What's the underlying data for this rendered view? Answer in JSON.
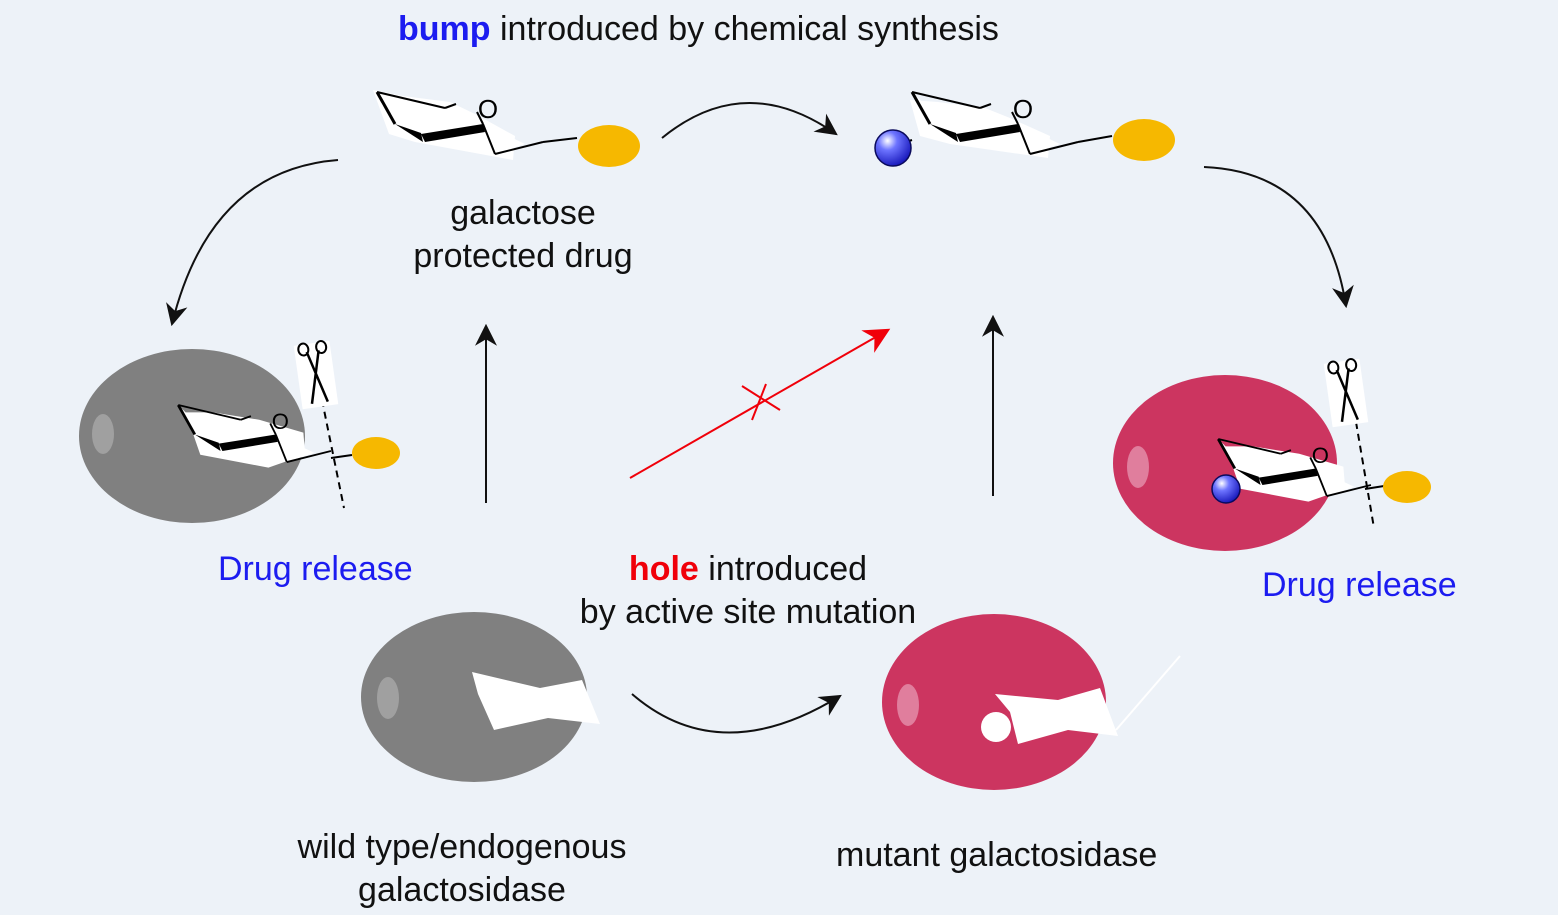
{
  "title": {
    "emphasis": "bump",
    "rest": "introduced by chemical synthesis"
  },
  "galactose_label": {
    "line1": "galactose",
    "line2": "protected drug"
  },
  "ring_oxygen": "O",
  "drug_release_left": "Drug release",
  "drug_release_right": "Drug release",
  "hole_label": {
    "emphasis": "hole",
    "line1_rest": "introduced",
    "line2": "by active site mutation"
  },
  "wild_type_label": {
    "line1": "wild type/endogenous",
    "line2": "galactosidase"
  },
  "mutant_label": "mutant galactosidase",
  "colors": {
    "background": "#edf2f8",
    "wild_type_enzyme": "#808080",
    "mutant_enzyme": "#cc3560",
    "drug": "#f6b800",
    "bump": "#2a34e6",
    "blocked_arrow": "#f0000a",
    "emphasis_blue": "#1c1cf0",
    "emphasis_red": "#f0000a"
  }
}
